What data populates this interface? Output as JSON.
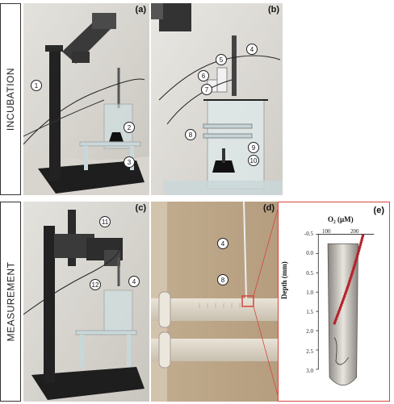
{
  "labels": {
    "incubation": "INCUBATION",
    "measurement": "MEASUREMENT"
  },
  "panels": {
    "a": "(a)",
    "b": "(b)",
    "c": "(c)",
    "d": "(d)",
    "e": "(e)"
  },
  "callouts": {
    "a": [
      "1",
      "2",
      "3"
    ],
    "b": [
      "4",
      "5",
      "6",
      "7",
      "8",
      "9",
      "10"
    ],
    "c": [
      "11",
      "12",
      "4"
    ],
    "d": [
      "4",
      "8"
    ]
  },
  "profile": {
    "top_axis_title": "O₂ (µM)",
    "top_ticks": [
      "100",
      "200"
    ],
    "y_axis_title": "Depth (mm)",
    "y_ticks": [
      "-0.5",
      "0.0",
      "0.5",
      "1.0",
      "1.5",
      "2.0",
      "2.5",
      "3.0"
    ],
    "marker_color": "#b5232b"
  },
  "colors": {
    "highlight": "#d6453c"
  }
}
